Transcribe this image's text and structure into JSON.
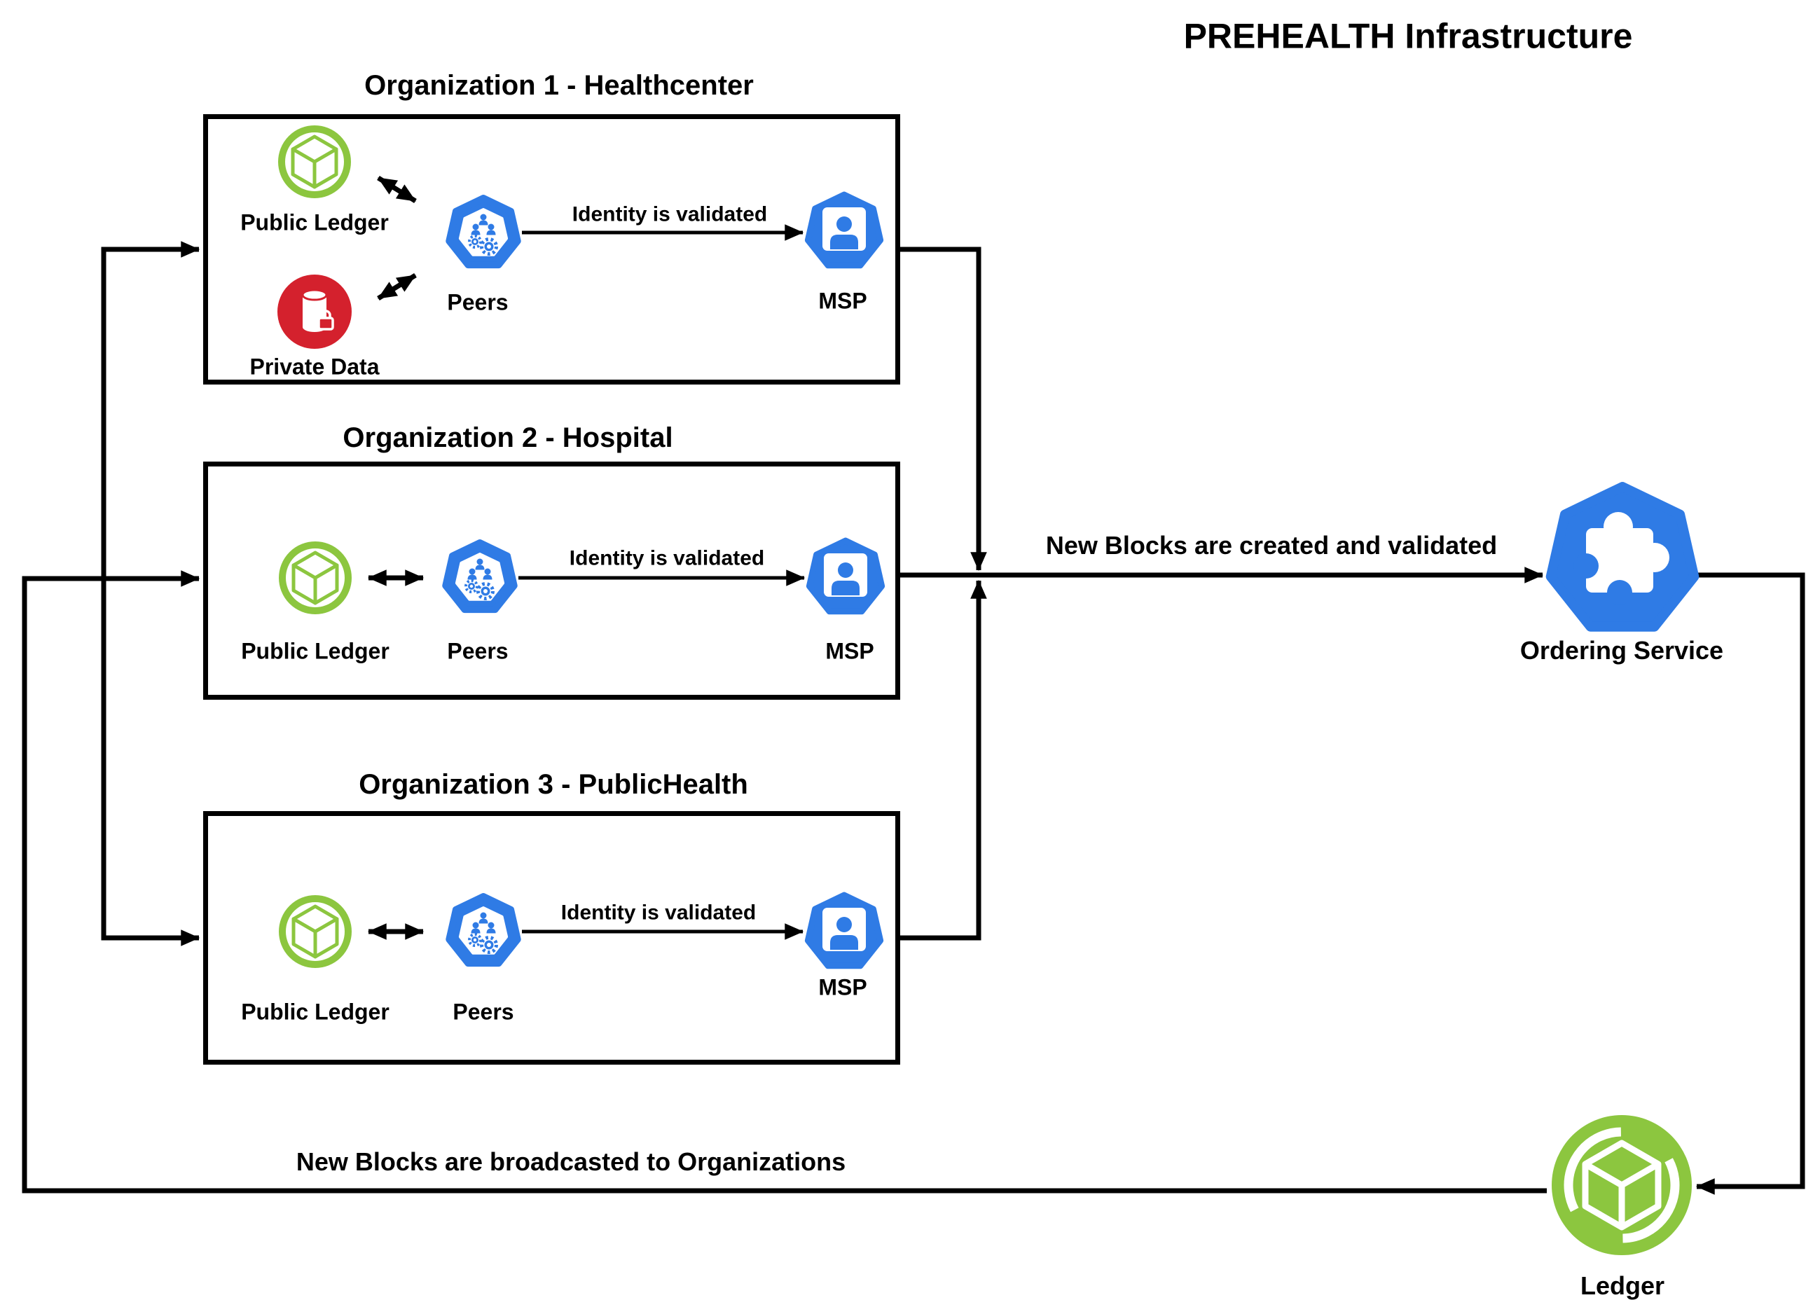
{
  "title": "PREHEALTH Infrastructure",
  "orgs": [
    {
      "title": "Organization 1 - Healthcenter",
      "public_ledger_label": "Public Ledger",
      "private_data_label": "Private Data",
      "peers_label": "Peers",
      "msp_label": "MSP",
      "identity_label": "Identity is validated"
    },
    {
      "title": "Organization 2 - Hospital",
      "public_ledger_label": "Public Ledger",
      "peers_label": "Peers",
      "msp_label": "MSP",
      "identity_label": "Identity is validated"
    },
    {
      "title": "Organization 3 - PublicHealth",
      "public_ledger_label": "Public Ledger",
      "peers_label": "Peers",
      "msp_label": "MSP",
      "identity_label": "Identity is validated"
    }
  ],
  "ordering_service": {
    "label": "Ordering Service"
  },
  "ledger": {
    "label": "Ledger"
  },
  "flow_labels": {
    "new_blocks_created": "New Blocks are created and validated",
    "new_blocks_broadcast": "New Blocks are broadcasted to Organizations"
  },
  "colors": {
    "green": "#8CC63F",
    "blue": "#2F7BE5",
    "red": "#D4212D",
    "line": "#000000"
  }
}
